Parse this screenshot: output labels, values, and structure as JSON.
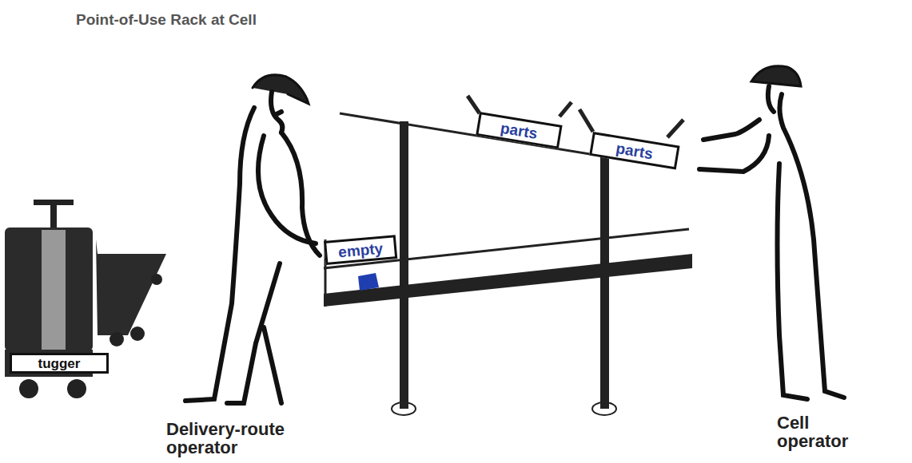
{
  "diagram": {
    "title": "Point-of-Use Rack at Cell",
    "nodes": [
      {
        "text": [
          "parts"
        ]
      },
      {
        "text": [
          "parts"
        ]
      },
      {
        "text": [
          "empty"
        ]
      },
      {
        "text": [
          "tugger"
        ]
      }
    ],
    "labels": [
      "Delivery-route operator",
      "Cell operator"
    ]
  }
}
